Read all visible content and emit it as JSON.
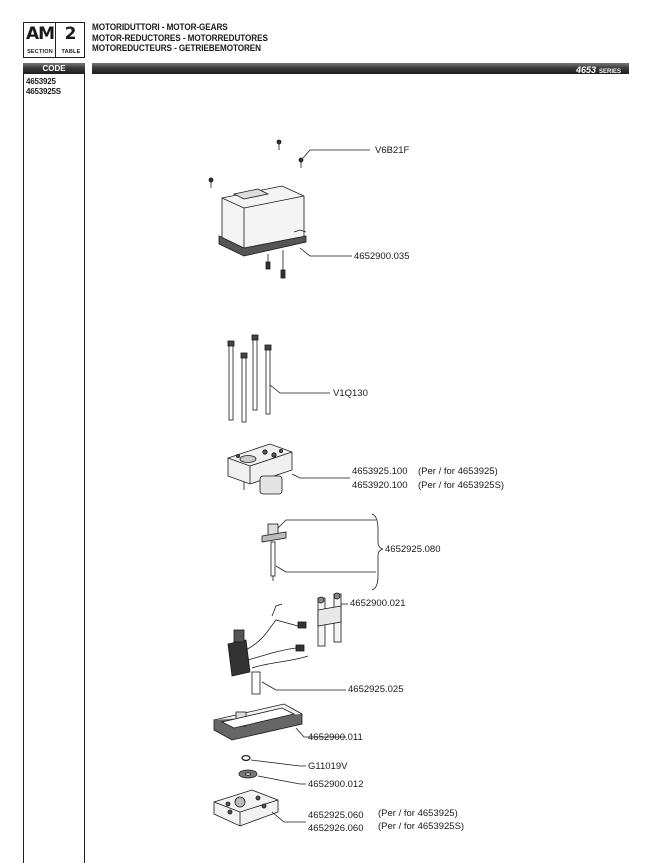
{
  "header": {
    "section_code": "AM",
    "section_label": "SECTION",
    "table_number": "2",
    "table_label": "TABLE",
    "titles": [
      "MOTORIDUTTORI - MOTOR-GEARS",
      "MOTOR-REDUCTORES - MOTORREDUTORES",
      "MOTOREDUCTEURS - GETRIEBEMOTOREN"
    ],
    "code_label": "CODE",
    "series_number": "4653",
    "series_label": "SERIES"
  },
  "codes": [
    "4653925",
    "4653925S"
  ],
  "parts": {
    "screw_cover": "V6B21F",
    "cover": "4652900.035",
    "long_screws": "V1Q130",
    "motor_a": "4653925.100",
    "motor_a_note": "(Per / for 4653925)",
    "motor_b": "4653920.100",
    "motor_b_note": "(Per / for 4653925S)",
    "shaft": "4652925.080",
    "bracket": "4652900.021",
    "wiring": "4652925.025",
    "gasket_box": "4652900.011",
    "oring": "G11019V",
    "washer": "4652900.012",
    "base_a": "4652925.060",
    "base_a_note": "(Per / for 4653925)",
    "base_b": "4652926.060",
    "base_b_note": "(Per / for 4653925S)"
  }
}
